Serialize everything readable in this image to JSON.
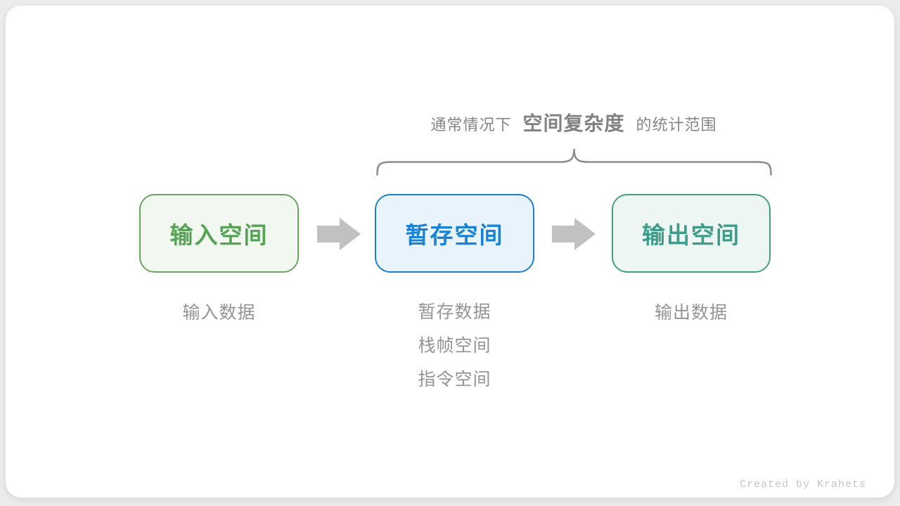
{
  "page": {
    "background": "#ECECEC",
    "card_background": "#FFFFFF"
  },
  "annotation": {
    "prefix": "通常情况下",
    "highlight": "空间复杂度",
    "suffix": "的统计范围"
  },
  "boxes": [
    {
      "id": "input-space",
      "label": "输入空间",
      "text_color": "#57A356",
      "border_color": "#68A55F",
      "background": "#F1F8EF"
    },
    {
      "id": "temp-space",
      "label": "暂存空间",
      "text_color": "#1883D4",
      "border_color": "#1B7FD0",
      "background": "#E8F3FC"
    },
    {
      "id": "output-space",
      "label": "输出空间",
      "text_color": "#3F9C8A",
      "border_color": "#479C88",
      "background": "#EDF6F3"
    }
  ],
  "captions": {
    "input": [
      "输入数据"
    ],
    "temp": [
      "暂存数据",
      "栈帧空间",
      "指令空间"
    ],
    "output": [
      "输出数据"
    ]
  },
  "colors": {
    "arrow": "#C1C1C1",
    "brace": "#8C8C8C",
    "annotation_text": "#858585",
    "caption_text": "#949494",
    "footer_text": "#C6C6C6"
  },
  "footer": {
    "credit": "Created by Krahets"
  }
}
